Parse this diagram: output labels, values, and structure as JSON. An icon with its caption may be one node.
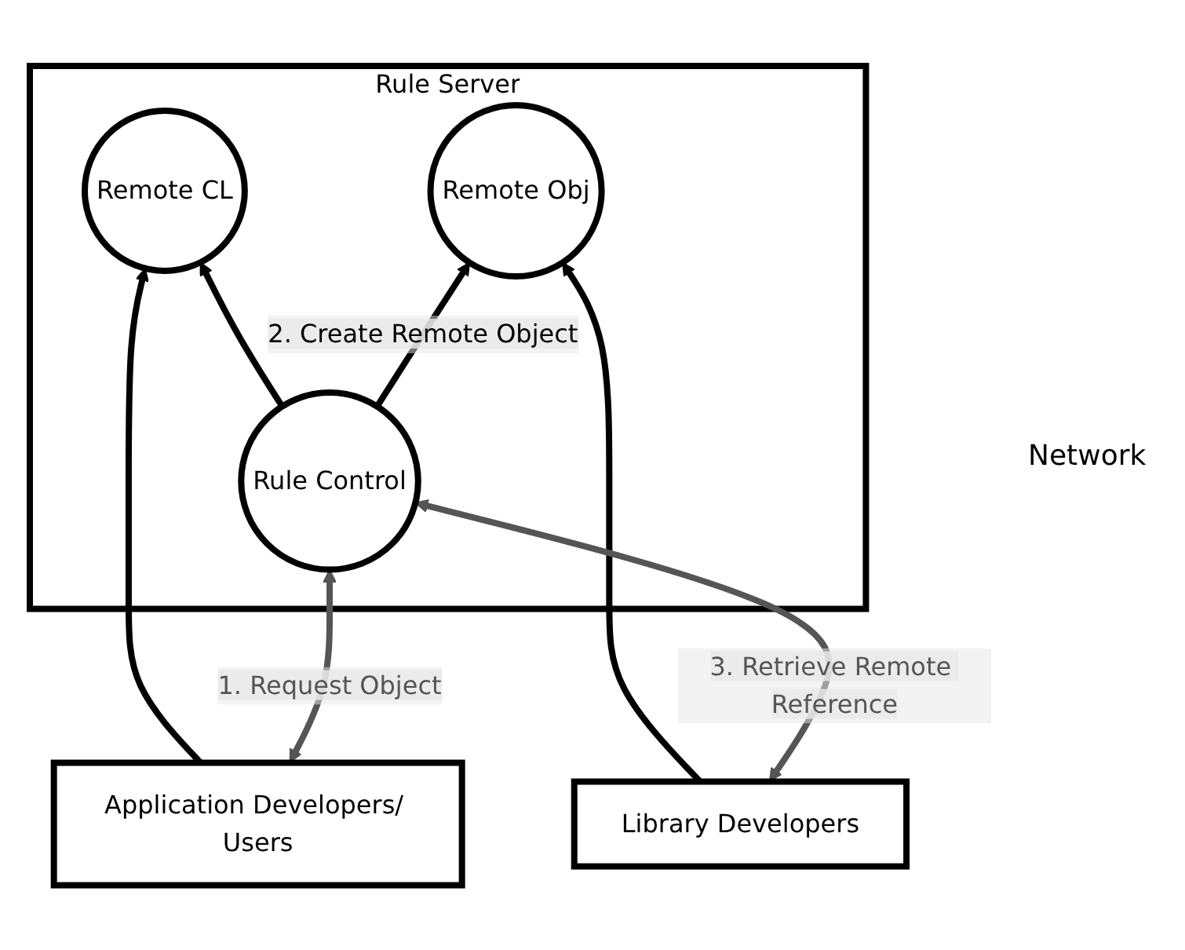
{
  "diagram": {
    "nodes": [
      {
        "text": [
          "Rule Server"
        ]
      },
      {
        "text": [
          "Rule Control"
        ],
        "in": 0
      },
      {
        "text": [
          "Remote CL"
        ],
        "in": 0
      },
      {
        "text": [
          "Remote Obj"
        ],
        "in": 0
      },
      {
        "text": [
          "Application Developers/ Users"
        ]
      },
      {
        "text": [
          "Library Developers"
        ]
      }
    ],
    "edges": [
      {
        "from": 1,
        "to": 2,
        "arrow": "to"
      },
      {
        "from": 1,
        "to": 3,
        "arrow": "to",
        "label": "2. Create Remote Object"
      },
      {
        "from": 4,
        "to": 2,
        "arrow": "to"
      },
      {
        "from": 5,
        "to": 3,
        "arrow": "to"
      },
      {
        "from": 4,
        "to": 1,
        "arrow": "both",
        "label": "1. Request Object",
        "color": "#555555"
      },
      {
        "from": 5,
        "to": 1,
        "arrow": "both",
        "label": "3. Retrieve Remote Reference",
        "color": "#555555"
      }
    ],
    "labels": [
      "Network"
    ]
  }
}
